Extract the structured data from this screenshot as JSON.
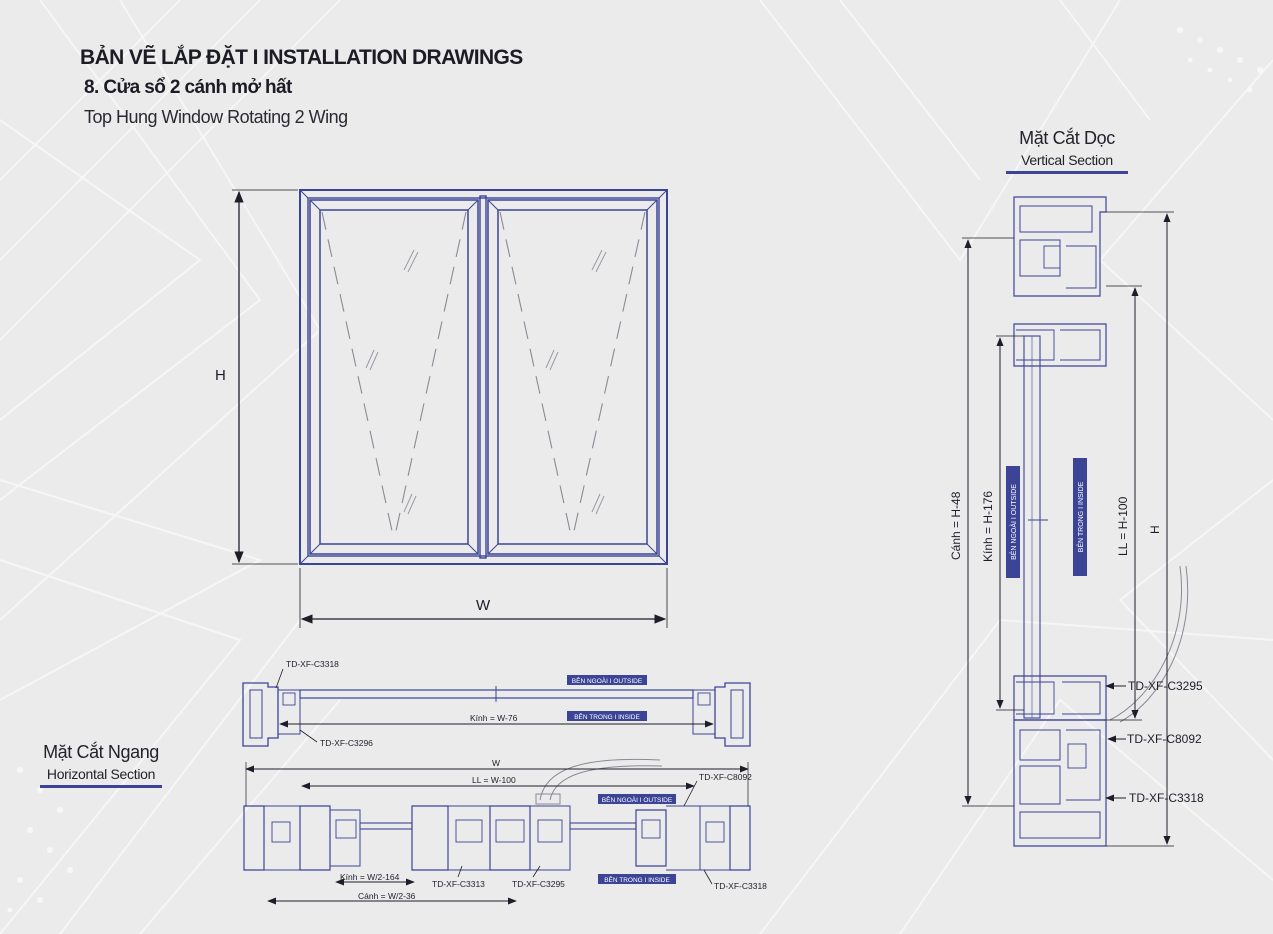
{
  "header": {
    "title": "BẢN VẼ LẮP ĐẶT  I  INSTALLATION DRAWINGS",
    "subtitle_vn": "8. Cửa sổ 2 cánh mở hất",
    "subtitle_en": "Top Hung Window Rotating 2 Wing"
  },
  "colors": {
    "frame": "#3c4496",
    "background": "#ebebeb",
    "text": "#1e1e2a",
    "label_fill": "#3c4496"
  },
  "elevation": {
    "height_label": "H",
    "width_label": "W"
  },
  "horizontal_section": {
    "title_vn": "Mặt Cắt Ngang",
    "title_en": "Horizontal Section",
    "top": {
      "code_a": "TD-XF-C3318",
      "code_b": "TD-XF-C3296",
      "glass_dim": "Kính = W-76",
      "outside": "BÊN NGOÀI   I  OUTSIDE",
      "inside": "BÊN TRONG   I  INSIDE"
    },
    "bottom": {
      "w_dim": "W",
      "ll_dim": "LL = W-100",
      "code_c8092": "TD-XF-C8092",
      "outside": "BÊN NGOÀI   I  OUTSIDE",
      "inside": "BÊN TRONG   I  INSIDE",
      "glass_dim": "Kính = W/2-164",
      "sash_dim": "Cánh = W/2-36",
      "code_c3313": "TD-XF-C3313",
      "code_c3295": "TD-XF-C3295",
      "code_c3318": "TD-XF-C3318"
    }
  },
  "vertical_section": {
    "title_vn": "Mặt Cắt Dọc",
    "title_en": "Vertical Section",
    "sash_dim": "Cánh = H-48",
    "glass_dim": "Kính = H-176",
    "ll_dim": "LL = H-100",
    "h_dim": "H",
    "outside": "BÊN NGOÀI   I  OUTSIDE",
    "inside": "BÊN TRONG   I  INSIDE",
    "code_c3295": "TD-XF-C3295",
    "code_c8092": "TD-XF-C8092",
    "code_c3318": "TD-XF-C3318"
  }
}
